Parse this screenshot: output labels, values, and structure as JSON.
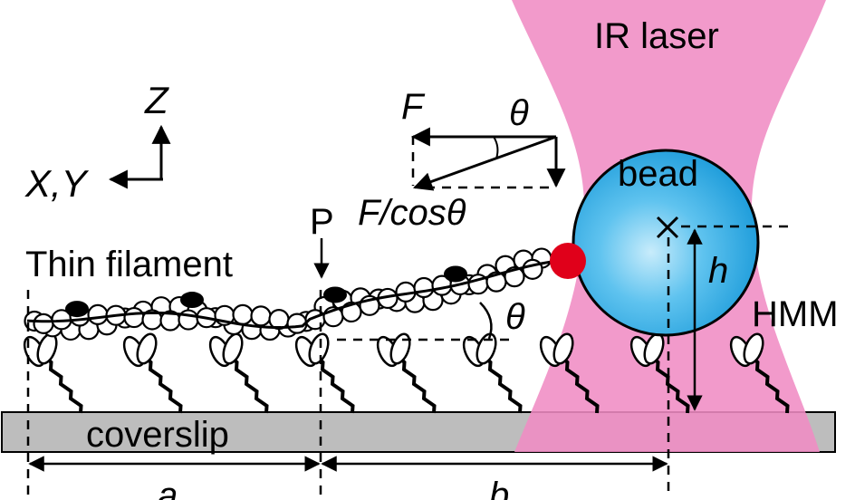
{
  "labels": {
    "laser": "IR laser",
    "bead": "bead",
    "axis_z": "Z",
    "axis_xy": "X,Y",
    "force": "F",
    "theta_top": "θ",
    "force_cos": "F/cosθ",
    "point_p": "P",
    "filament": "Thin filament",
    "height": "h",
    "hmm": "HMM",
    "theta_mid": "θ",
    "coverslip": "coverslip",
    "dist_a": "a",
    "dist_b": "b"
  },
  "colors": {
    "laser": "#f08cc4",
    "bead_center": "#a6dcf5",
    "bead_edge": "#1ea0e0",
    "bead_marker": "#e0001a",
    "coverslip": "#bdbdbd",
    "ink": "#000000"
  }
}
